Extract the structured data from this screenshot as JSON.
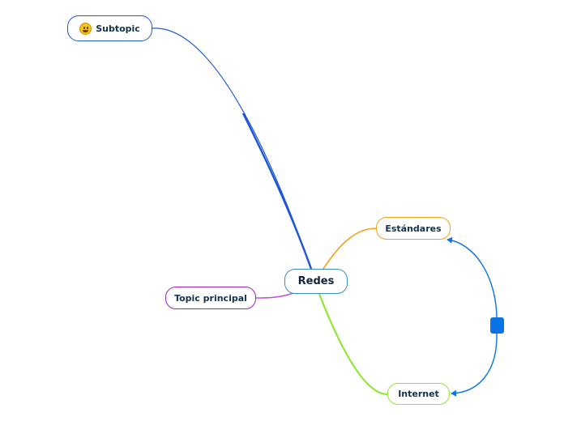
{
  "map": {
    "central": "Redes",
    "topics": {
      "subtopic": "Subtopic",
      "estandares": "Estándares",
      "topic_principal": "Topic principal",
      "internet": "Internet"
    }
  },
  "icons": {
    "subtopic_marker": "smiley-face-icon"
  },
  "colors": {
    "central_border": "#3a8ec4",
    "subtopic_branch": "#1d55d6",
    "estandares_branch": "#f5a01a",
    "topic_principal_branch": "#a020c8",
    "internet_branch": "#8ee830",
    "relationship": "#0a73e6"
  }
}
